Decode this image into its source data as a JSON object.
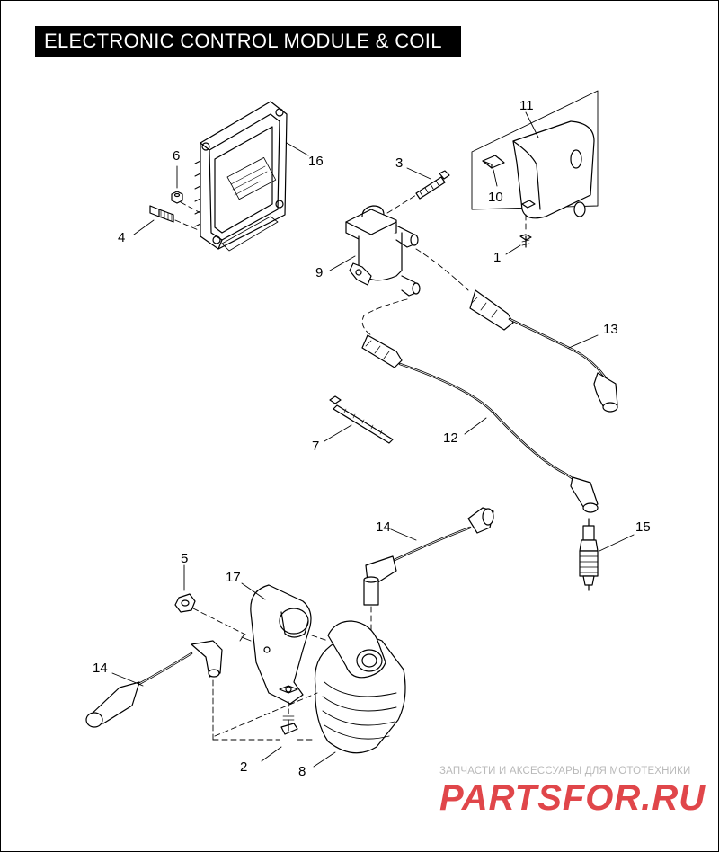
{
  "title": "ELECTRONIC CONTROL MODULE & COIL",
  "callouts": {
    "c1": "1",
    "c2": "2",
    "c3": "3",
    "c4": "4",
    "c5": "5",
    "c6": "6",
    "c7": "7",
    "c8": "8",
    "c9": "9",
    "c10": "10",
    "c11": "11",
    "c12": "12",
    "c13": "13",
    "c14a": "14",
    "c14b": "14",
    "c15": "15",
    "c16": "16",
    "c17": "17"
  },
  "watermark": {
    "subtitle": "ЗАПЧАСТИ И АКСЕССУАРЫ ДЛЯ МОТОТЕХНИКИ",
    "logo_text": "PARTSFOR.RU",
    "logo_color": "#e0464a",
    "subtitle_color": "#b9b9b9"
  },
  "icons": [
    "ecm-module-icon",
    "coil-icon",
    "spark-plug-icon",
    "cover-icon",
    "bracket-icon"
  ]
}
